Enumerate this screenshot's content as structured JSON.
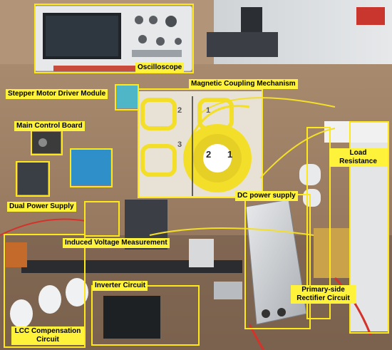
{
  "labels": {
    "oscilloscope": "Oscilloscope",
    "magnetic_coupling": "Magnetic Coupling Mechanism",
    "stepper_driver": "Stepper Motor Driver Module",
    "main_control": "Main Control Board",
    "load_resistance_1": "Load",
    "load_resistance_2": "Resistance",
    "dc_power": "DC power supply",
    "dual_power": "Dual Power Supply",
    "induced_voltage": "Induced Voltage Measurement",
    "inverter": "Inverter Circuit",
    "rectifier_1": "Primary-side",
    "rectifier_2": "Rectifier Circuit",
    "lcc_1": "LCC Compensation",
    "lcc_2": "Circuit"
  },
  "coil_labels": {
    "pad_2": "2",
    "pad_1": "1",
    "pad_3": "3",
    "coil_2": "2",
    "coil_1": "1"
  },
  "colors": {
    "highlight": "#ffe81a",
    "label_bg": "#fff23a",
    "wire_yellow": "#f3df2a"
  }
}
